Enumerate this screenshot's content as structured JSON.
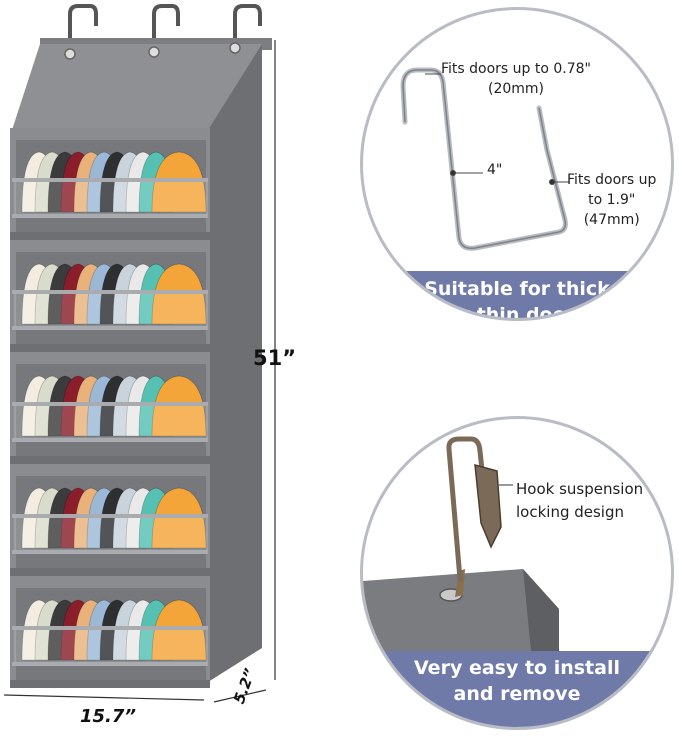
{
  "organizer": {
    "height_label": "51”",
    "width_label": "15.7”",
    "depth_label": "5.2”",
    "shelf_count": 5,
    "colors": {
      "fabric": "#8e9094",
      "fabric_dark": "#6d6f73",
      "rail": "#a9abaf"
    }
  },
  "top_detail": {
    "note_door_thin": [
      "Fits doors up to 0.78\"",
      "(20mm)"
    ],
    "note_depth": "4\"",
    "note_door_thick": [
      "Fits doors up",
      "to 1.9\"",
      "(47mm)"
    ],
    "banner": [
      "Suitable for thick",
      "or thin doors"
    ],
    "icon": "metal-hook-icon"
  },
  "bottom_detail": {
    "note_lock": [
      "Hook suspension",
      "locking design"
    ],
    "banner": [
      "Very easy to install",
      "and remove"
    ],
    "icon": "hook-lock-icon"
  },
  "accent_color": "#6f7aa8"
}
